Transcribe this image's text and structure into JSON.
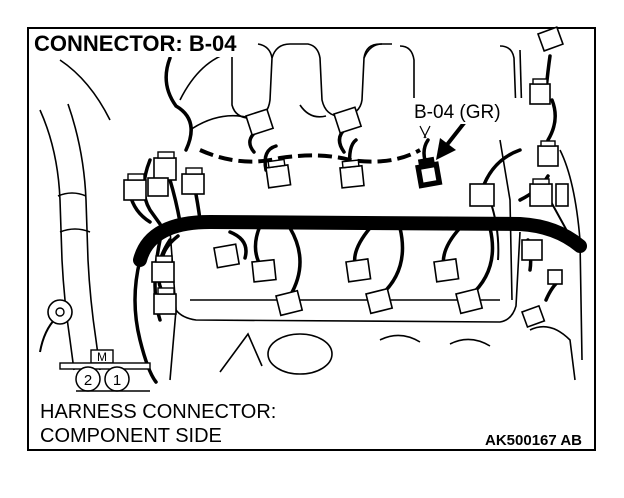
{
  "title": "CONNECTOR: B-04",
  "callout": "B-04 (GR)",
  "caption_line1": "HARNESS CONNECTOR:",
  "caption_line2": "COMPONENT SIDE",
  "figure_code": "AK500167 AB",
  "connector_symbol": {
    "marker": "M",
    "pins": [
      "2",
      "1"
    ]
  }
}
